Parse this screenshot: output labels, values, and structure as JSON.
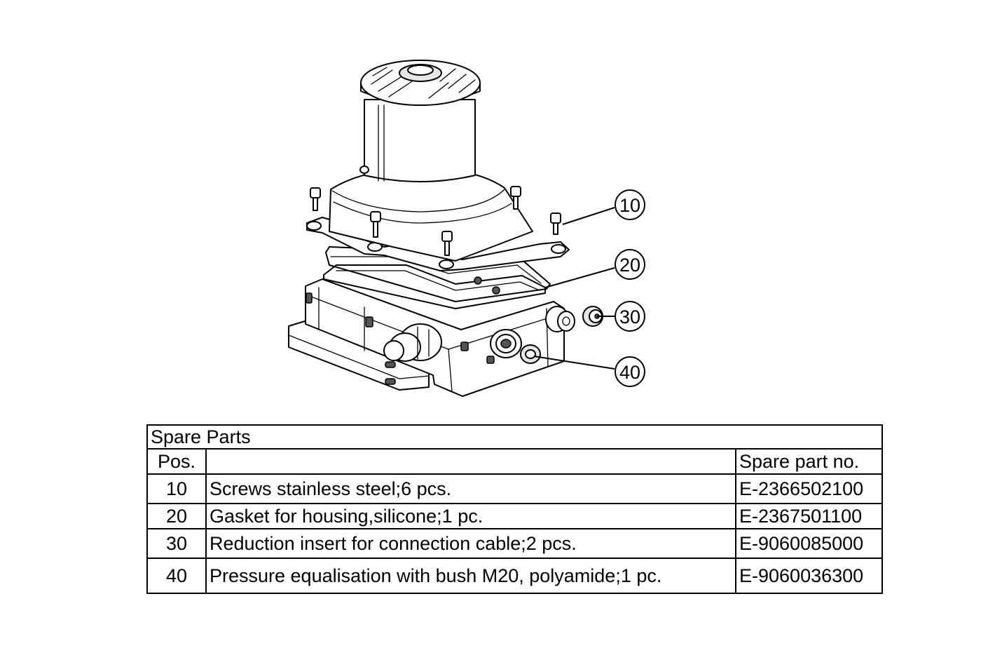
{
  "callouts": [
    {
      "label": "10"
    },
    {
      "label": "20"
    },
    {
      "label": "30"
    },
    {
      "label": "40"
    }
  ],
  "table": {
    "title": "Spare Parts",
    "headers": {
      "pos": "Pos.",
      "description": "",
      "part_no": "Spare part no."
    },
    "rows": [
      {
        "pos": "10",
        "description": "Screws stainless steel;6 pcs.",
        "part_no": "E-2366502100"
      },
      {
        "pos": "20",
        "description": "Gasket for housing,silicone;1 pc.",
        "part_no": "E-2367501100"
      },
      {
        "pos": "30",
        "description": "Reduction insert for connection cable;2 pcs.",
        "part_no": "E-9060085000"
      },
      {
        "pos": "40",
        "description": "Pressure equalisation with bush M20, polyamide;1 pc.",
        "part_no": "E-9060036300"
      }
    ]
  }
}
